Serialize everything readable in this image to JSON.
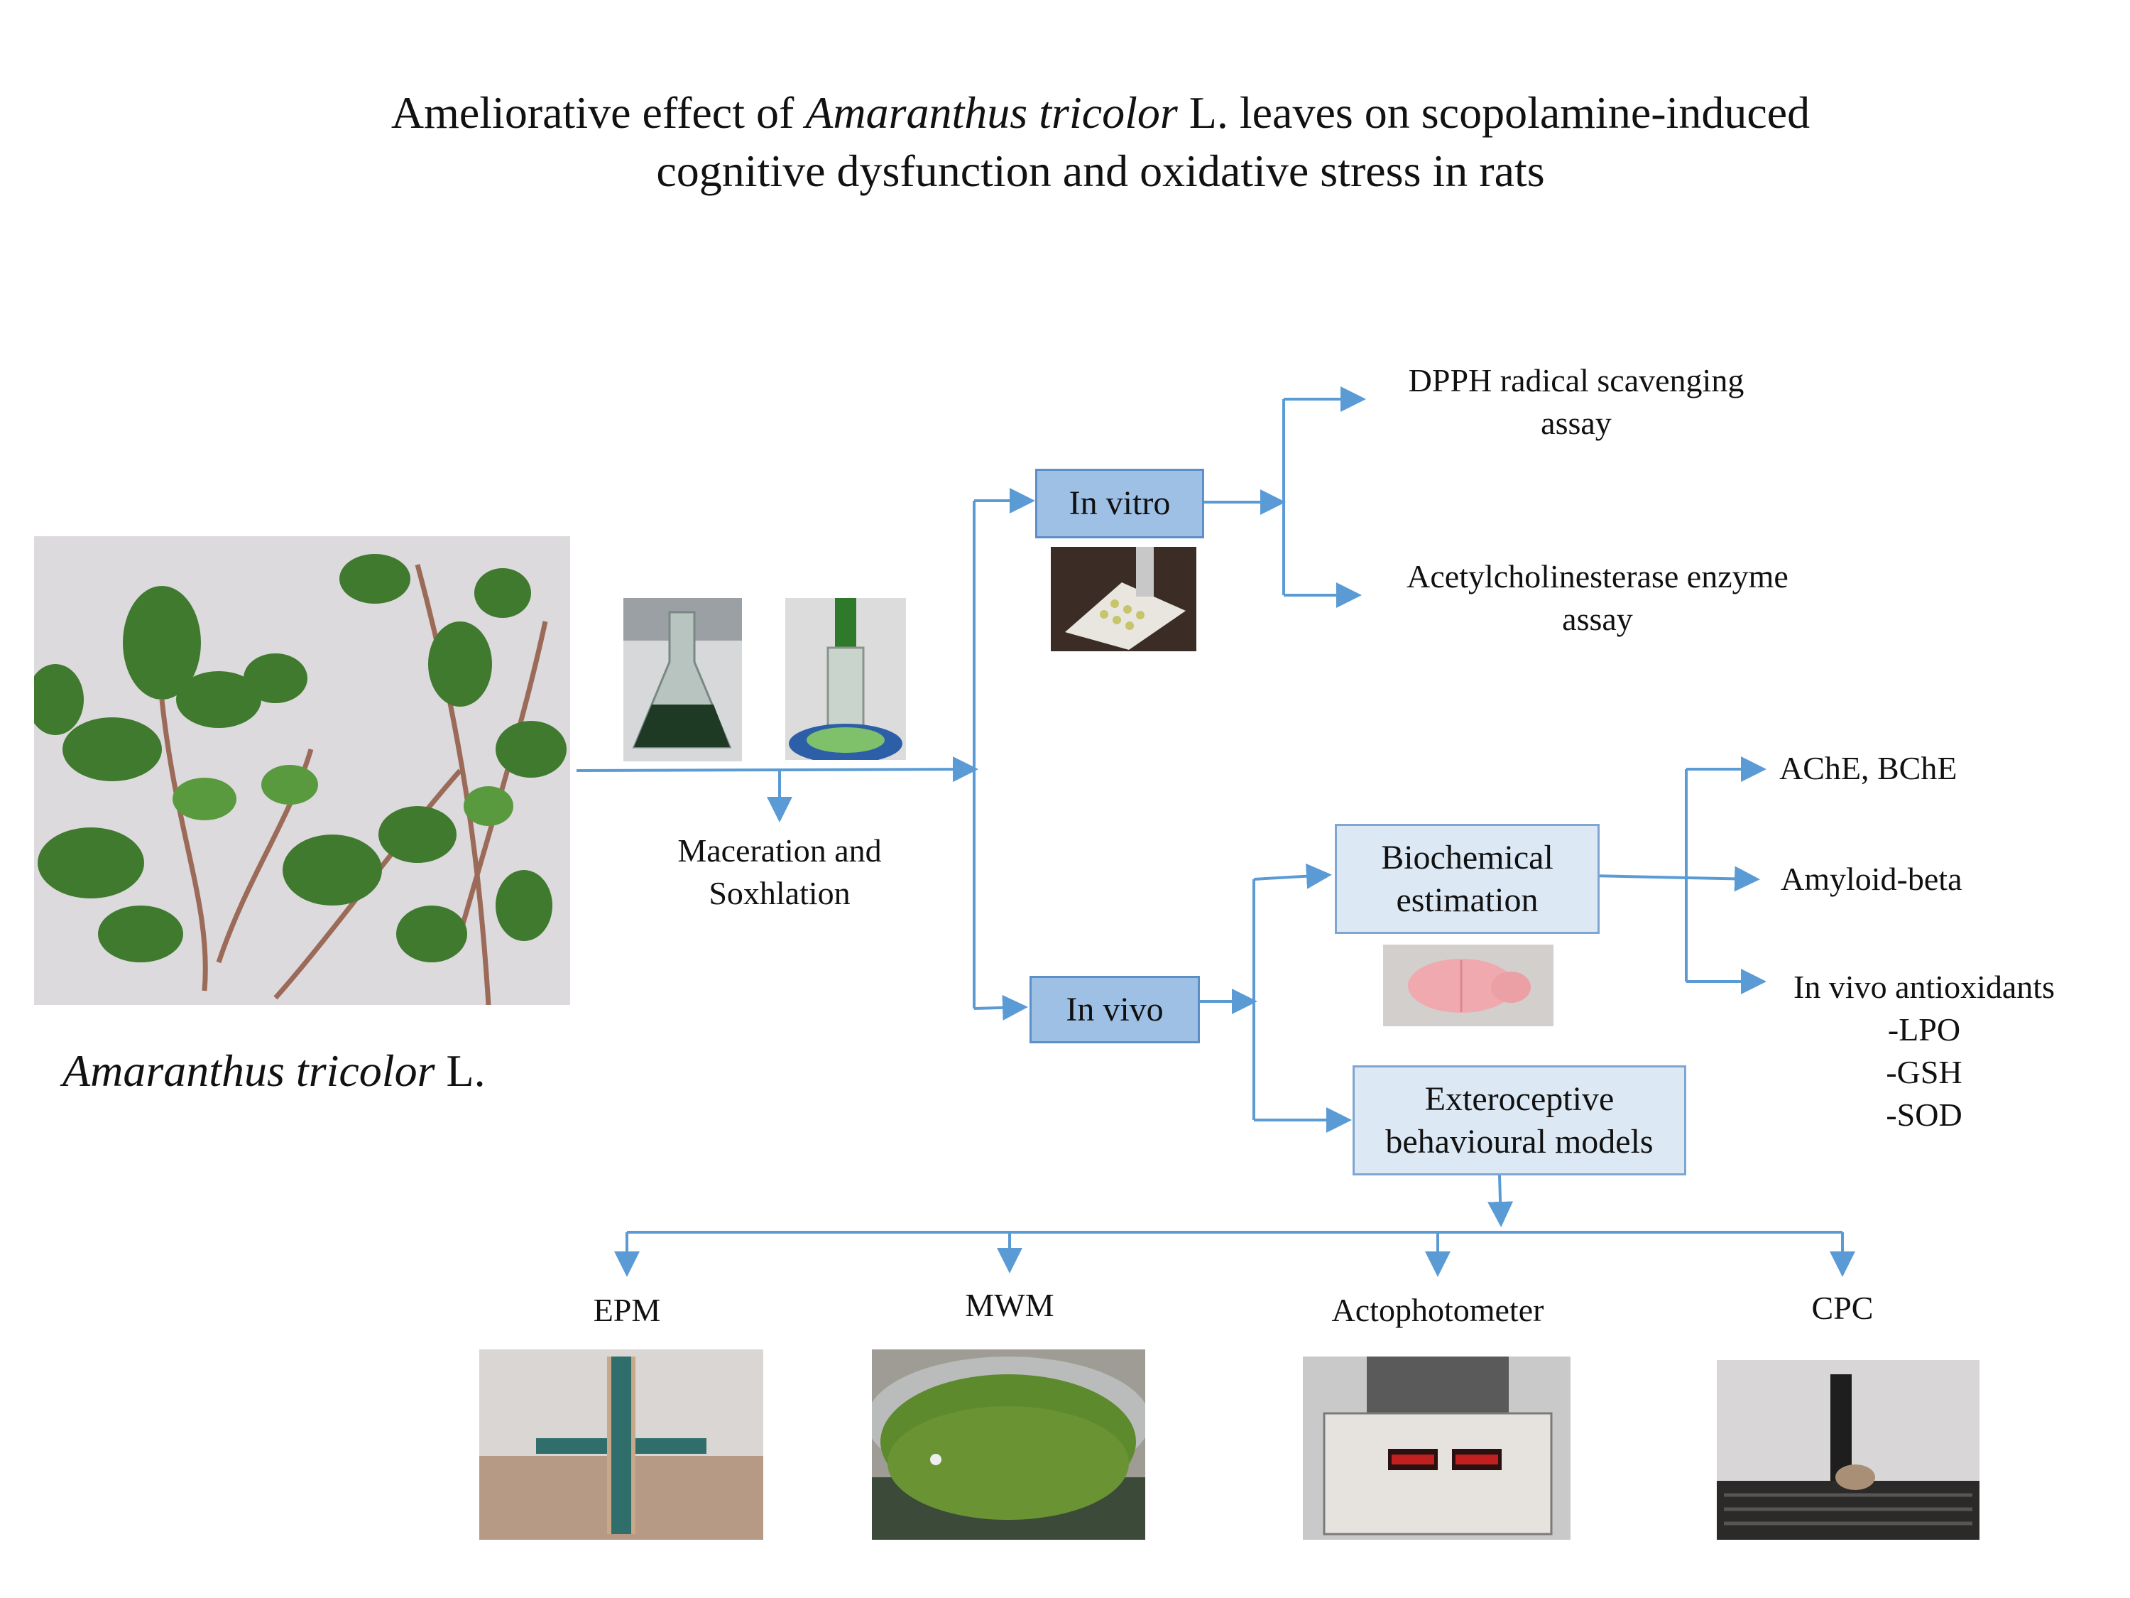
{
  "title": {
    "part1": "Ameliorative effect of ",
    "italic": "Amaranthus tricolor",
    "part2": " L. leaves on scopolamine-induced",
    "line2": "cognitive dysfunction and oxidative stress in rats"
  },
  "plant": {
    "italic": "Amaranthus tricolor",
    "suffix": " L."
  },
  "extraction": {
    "line1": "Maceration and",
    "line2": "Soxhlation"
  },
  "boxes": {
    "in_vitro": "In vitro",
    "in_vivo": "In vivo",
    "biochem_line1": "Biochemical",
    "biochem_line2": "estimation",
    "extero_line1": "Exteroceptive",
    "extero_line2": "behavioural models"
  },
  "in_vitro_assays": {
    "dpph_line1": "DPPH radical scavenging",
    "dpph_line2": "assay",
    "ache_line1": "Acetylcholinesterase enzyme",
    "ache_line2": "assay"
  },
  "biochem_outputs": {
    "ache_bche": "AChE, BChE",
    "amyloid": "Amyloid-beta",
    "antiox": "In vivo antioxidants",
    "lpo": "-LPO",
    "gsh": "-GSH",
    "sod": "-SOD"
  },
  "behaviour_models": {
    "epm": "EPM",
    "mwm": "MWM",
    "acto": "Actophotometer",
    "cpc": "CPC"
  },
  "colors": {
    "arrow": "#5b9bd5",
    "box_fill_light": "#dce8f4",
    "box_fill_dark": "#9ec0e4",
    "box_border": "#7ea6d3"
  }
}
